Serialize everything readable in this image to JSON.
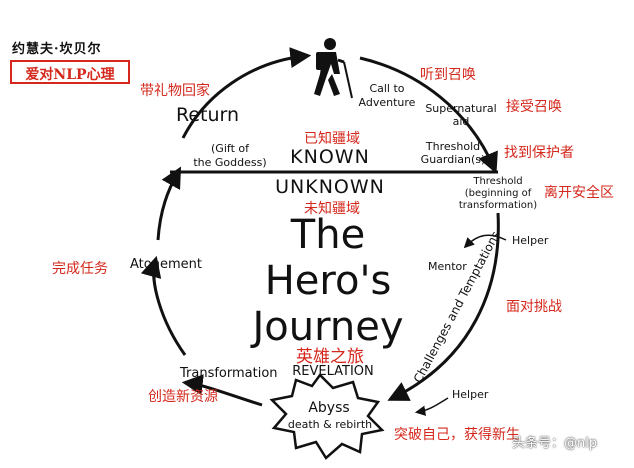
{
  "header": {
    "author": "约慧夫·坎贝尔",
    "brand": "爱对NLP心理"
  },
  "title": {
    "line1": "The",
    "line2": "Hero's",
    "line3": "Journey",
    "zh": "英雄之旅"
  },
  "divider": {
    "known": "KNOWN",
    "known_zh": "已知疆域",
    "unknown": "UNKNOWN",
    "unknown_zh": "未知疆域"
  },
  "stages": {
    "call": {
      "line1": "Call to",
      "line2": "Adventure",
      "zh": "听到召唤"
    },
    "supernatural": {
      "line1": "Supernatural",
      "line2": "aid",
      "zh": "接受召唤"
    },
    "guardian": {
      "line1": "Threshold",
      "line2": "Guardian(s)",
      "zh": "找到保护者"
    },
    "threshold": {
      "line1": "Threshold",
      "line2": "(beginning of",
      "line3": "transformation)",
      "zh": "离开安全区"
    },
    "helper1": "Helper",
    "mentor": "Mentor",
    "challenges": "Challenges and Temptations",
    "challenges_zh": "面对挑战",
    "helper2": "Helper",
    "abyss": {
      "line1": "Abyss",
      "line2": "death & rebirth",
      "zh": "突破自己，获得新生"
    },
    "revelation": "REVELATION",
    "transformation": {
      "label": "Transformation",
      "zh": "创造新资源"
    },
    "atonement": {
      "label": "Atonement",
      "zh": "完成任务"
    },
    "gift": {
      "line1": "(Gift of",
      "line2": "the Goddess)"
    },
    "return": {
      "label": "Return",
      "zh": "带礼物回家"
    }
  },
  "watermark": "头条号：@nlp",
  "icons": [
    "hiker-icon",
    "abyss-burst-icon",
    "arrow-icon"
  ]
}
